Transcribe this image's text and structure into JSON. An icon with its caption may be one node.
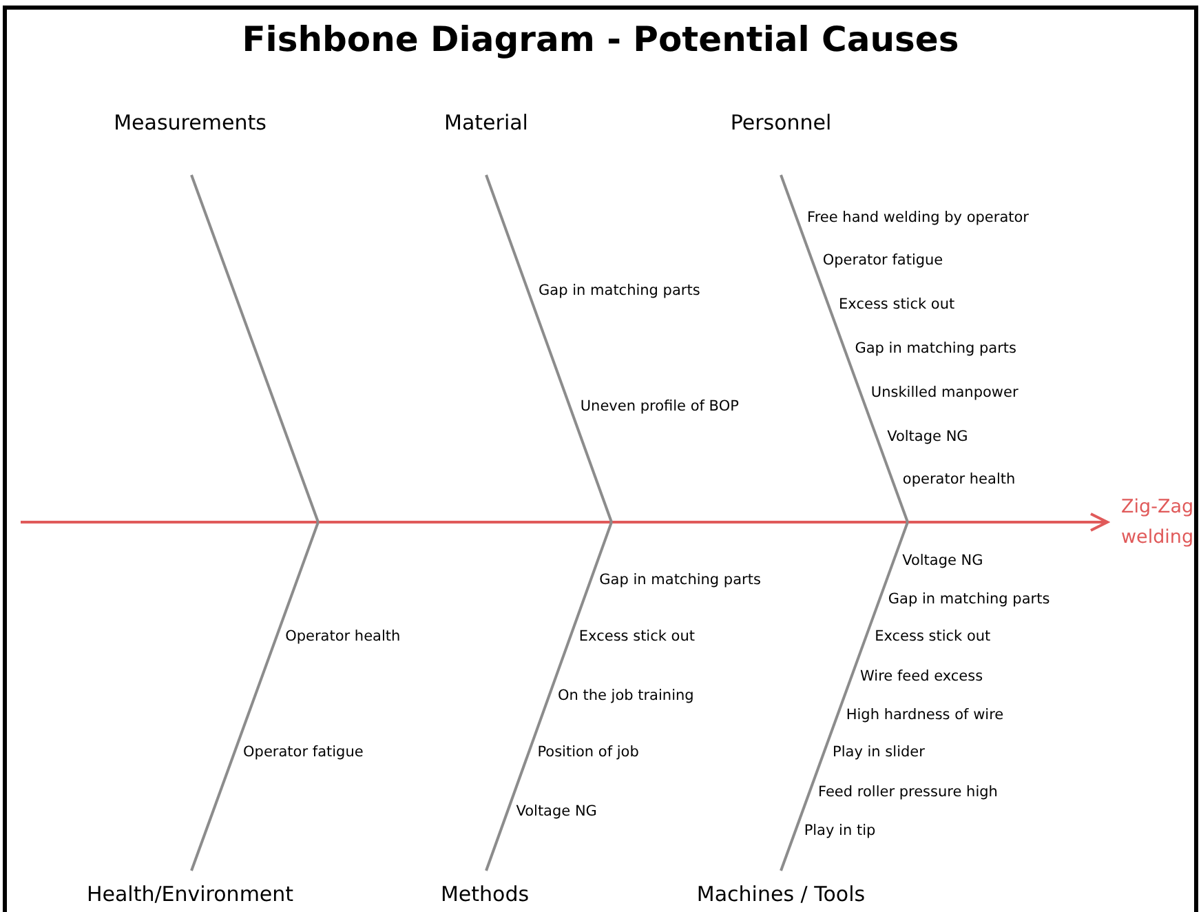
{
  "diagram": {
    "title": "Fishbone Diagram -  Potential Causes",
    "nodes": [
      {
        "text": [
          "Measurements"
        ]
      },
      {
        "text": [
          "Material"
        ]
      },
      {
        "text": [
          "Personnel"
        ]
      },
      {
        "text": [
          "Health/Environment"
        ]
      },
      {
        "text": [
          "Methods"
        ]
      },
      {
        "text": [
          "Machines / Tools"
        ]
      },
      {
        "text": [
          "Zig-Zag welding"
        ]
      }
    ],
    "edges": [
      {
        "from": null,
        "to": 6,
        "arrow": "to",
        "color": "#e05a5a"
      },
      {
        "from": 0,
        "to": null,
        "arrow": "none"
      },
      {
        "from": 1,
        "to": null,
        "arrow": "none"
      },
      {
        "from": 2,
        "to": null,
        "arrow": "none"
      },
      {
        "from": 3,
        "to": null,
        "arrow": "none"
      },
      {
        "from": 4,
        "to": null,
        "arrow": "none"
      },
      {
        "from": 5,
        "to": null,
        "arrow": "none"
      }
    ],
    "labels": [
      "Gap in matching parts",
      "Uneven profile of BOP",
      "Free hand welding by operator",
      "Operator fatigue",
      "Excess stick out",
      "Gap in matching parts",
      "Unskilled manpower",
      "Voltage NG",
      "operator health",
      "Operator health",
      "Operator fatigue",
      "Gap in matching parts",
      "Excess stick out",
      "On the job training",
      "Position of job",
      "Voltage NG",
      "Voltage NG",
      "Gap in matching parts",
      "Excess stick out",
      "Wire feed excess",
      "High hardness of wire",
      "Play in slider",
      "Feed roller pressure high",
      "Play in tip"
    ]
  }
}
